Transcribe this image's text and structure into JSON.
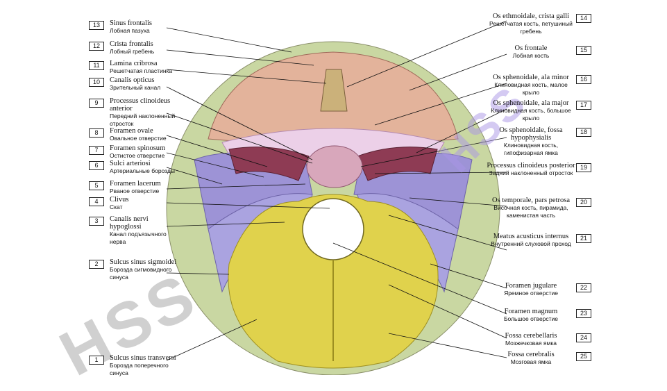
{
  "labels_left": [
    {
      "num": "13",
      "latin": "Sinus frontalis",
      "russian": "Лобная пазуха"
    },
    {
      "num": "12",
      "latin": "Crista frontalis",
      "russian": "Лобный гребень"
    },
    {
      "num": "11",
      "latin": "Lamina cribrosa",
      "russian": "Решетчатая пластинка"
    },
    {
      "num": "10",
      "latin": "Canalis opticus",
      "russian": "Зрительный канал"
    },
    {
      "num": "9",
      "latin": "Processus clinoideus anterior",
      "russian": "Передний наклоненный отросток"
    },
    {
      "num": "8",
      "latin": "Foramen ovale",
      "russian": "Овальное отверстие"
    },
    {
      "num": "7",
      "latin": "Foramen spinosum",
      "russian": "Остистое отверстие"
    },
    {
      "num": "6",
      "latin": "Sulci arteriosi",
      "russian": "Артериальные борозды"
    },
    {
      "num": "5",
      "latin": "Foramen lacerum",
      "russian": "Рваное отверстие"
    },
    {
      "num": "4",
      "latin": "Clivus",
      "russian": "Скат"
    },
    {
      "num": "3",
      "latin": "Canalis nervi hypoglossi",
      "russian": "Канал подъязычного нерва"
    },
    {
      "num": "2",
      "latin": "Sulcus sinus sigmoidei",
      "russian": "Борозда сигмовидного синуса"
    },
    {
      "num": "1",
      "latin": "Sulcus sinus transversi",
      "russian": "Борозда поперечного синуса"
    }
  ],
  "labels_right": [
    {
      "num": "14",
      "latin": "Os ethmoidale, crista galli",
      "russian": "Решетчатая кость, петушиный гребень"
    },
    {
      "num": "15",
      "latin": "Os frontale",
      "russian": "Лобная кость"
    },
    {
      "num": "16",
      "latin": "Os sphenoidale, ala minor",
      "russian": "Клиновидная кость, малое крыло"
    },
    {
      "num": "17",
      "latin": "Os sphenoidale, ala major",
      "russian": "Клиновидная кость, большое крыло"
    },
    {
      "num": "18",
      "latin": "Os sphenoidale, fossa hypophysialis",
      "russian": "Клиновидная кость, гипофизарная ямка"
    },
    {
      "num": "19",
      "latin": "Processus clinoideus posterior",
      "russian": "Задний наклоненный отросток"
    },
    {
      "num": "20",
      "latin": "Os temporale, pars petrosa",
      "russian": "Височная кость, пирамида, каменистая часть"
    },
    {
      "num": "21",
      "latin": "Meatus acusticus internus",
      "russian": "Внутренний слуховой проход"
    },
    {
      "num": "22",
      "latin": "Foramen jugulare",
      "russian": "Яремное отверстие"
    },
    {
      "num": "23",
      "latin": "Foramen magnum",
      "russian": "Большое отверстие"
    },
    {
      "num": "24",
      "latin": "Fossa cerebellaris",
      "russian": "Мозжечковая ямка"
    },
    {
      "num": "25",
      "latin": "Fossa cerebralis",
      "russian": "Мозговая ямка"
    }
  ],
  "watermark": "HSS",
  "colors": {
    "frontal": "#e8b49a",
    "sphenoid_wing": "#e7cde6",
    "sphenoid_major": "#8f3f55",
    "temporal": "#9c94d9",
    "occipital": "#e1d34a",
    "parietal_rim": "#c7d79a",
    "foramen": "#ffffff"
  }
}
